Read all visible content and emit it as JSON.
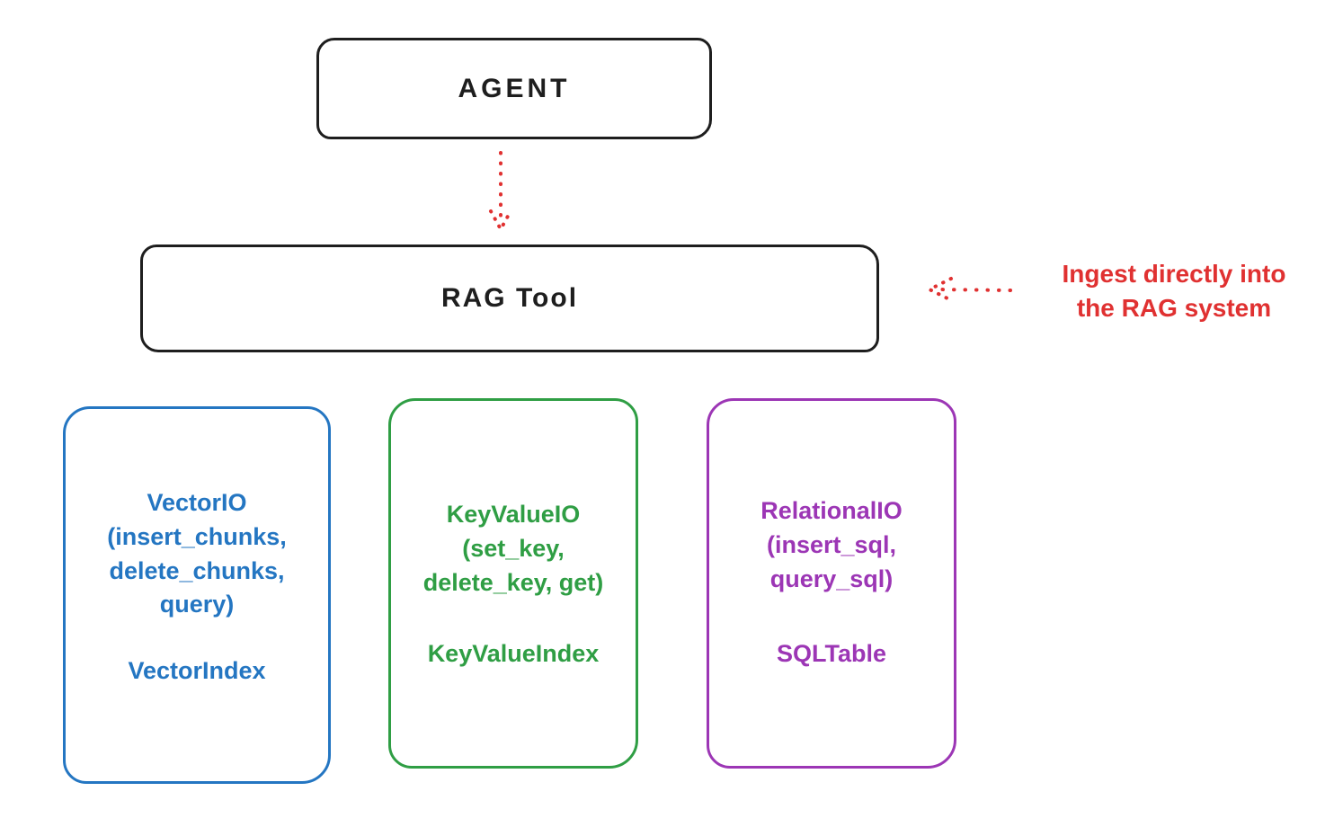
{
  "diagram": {
    "agent": {
      "label": "AGENT"
    },
    "rag_tool": {
      "label": "RAG Tool"
    },
    "annotation": {
      "line1": "Ingest directly into",
      "line2": "the RAG system"
    },
    "stores": {
      "vector": {
        "body": "VectorIO\n(insert_chunks,\ndelete_chunks,\nquery)",
        "footer": "VectorIndex",
        "color": "#2476c2"
      },
      "keyvalue": {
        "body": "KeyValueIO\n(set_key,\ndelete_key, get)",
        "footer": "KeyValueIndex",
        "color": "#2f9e44"
      },
      "relational": {
        "body": "RelationalIO\n(insert_sql,\nquery_sql)",
        "footer": "SQLTable",
        "color": "#9c36b5"
      }
    },
    "colors": {
      "stroke": "#1e1e1e",
      "accent_red": "#e03131"
    }
  }
}
